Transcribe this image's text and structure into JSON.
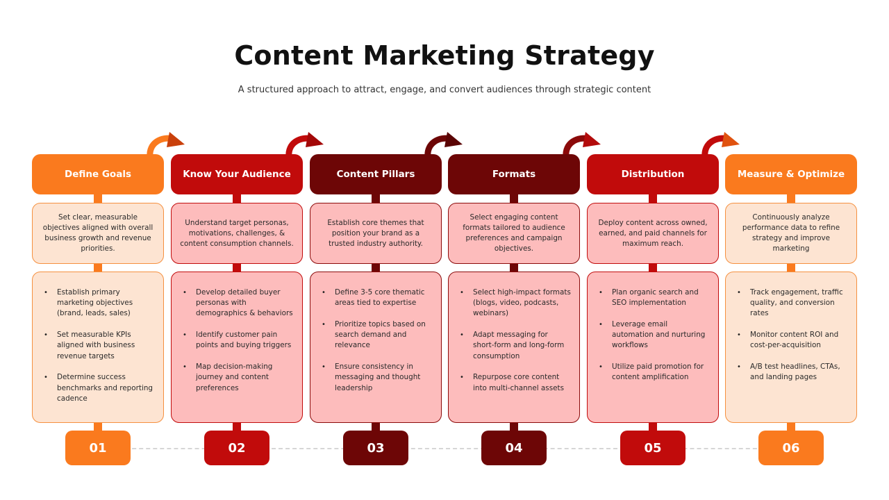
{
  "title": "Content Marketing Strategy",
  "subtitle": "A structured approach to attract, engage, and convert audiences through strategic content",
  "colors": {
    "orange": "#fa7a1e",
    "red": "#c10b0b",
    "dark_red": "#6d0606",
    "light_orange": "#fde4d2",
    "light_red": "#fdbcbc"
  },
  "steps": [
    {
      "number": "01",
      "title": "Define Goals",
      "description": "Set clear, measurable objectives aligned with overall business growth and revenue priorities.",
      "bullets": [
        "Establish primary marketing objectives (brand, leads, sales)",
        "Set measurable KPIs aligned with business revenue targets",
        "Determine success benchmarks and reporting cadence"
      ]
    },
    {
      "number": "02",
      "title": "Know Your Audience",
      "description": "Understand target personas, motivations, challenges, & content consumption channels.",
      "bullets": [
        "Develop detailed buyer personas with demographics & behaviors",
        "Identify customer pain points and buying triggers",
        "Map decision-making journey and content preferences"
      ]
    },
    {
      "number": "03",
      "title": "Content Pillars",
      "description": "Establish core themes that position your brand as a trusted industry authority.",
      "bullets": [
        "Define 3-5 core thematic areas tied to expertise",
        "Prioritize topics based on search demand and relevance",
        "Ensure consistency in messaging and thought leadership"
      ]
    },
    {
      "number": "04",
      "title": "Formats",
      "description": "Select engaging content formats tailored to audience preferences and campaign objectives.",
      "bullets": [
        "Select high-impact formats (blogs, video, podcasts, webinars)",
        "Adapt messaging for short-form and long-form consumption",
        "Repurpose core content into multi-channel assets"
      ]
    },
    {
      "number": "05",
      "title": "Distribution",
      "description": "Deploy content across owned, earned, and paid channels for maximum reach.",
      "bullets": [
        "Plan organic search and SEO implementation",
        "Leverage email automation and nurturing workflows",
        "Utilize paid promotion for content amplification"
      ]
    },
    {
      "number": "06",
      "title": "Measure & Optimize",
      "description": "Continuously analyze performance data to refine strategy and improve marketing",
      "bullets": [
        "Track engagement, traffic quality, and conversion rates",
        "Monitor content ROI and cost-per-acquisition",
        "A/B test headlines, CTAs, and landing pages"
      ]
    }
  ]
}
